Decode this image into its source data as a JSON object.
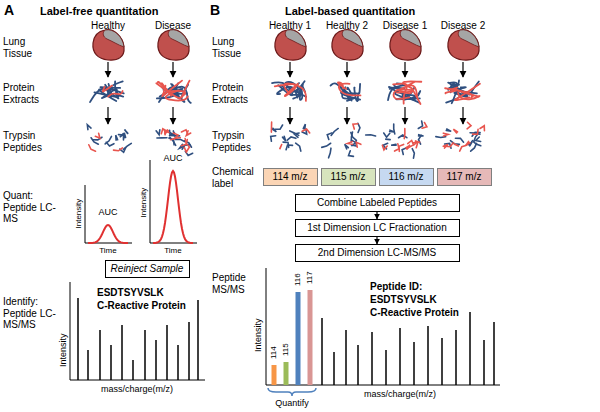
{
  "diagram": {
    "nodes": [
      {
        "text": [
          "Reinject Sample"
        ]
      },
      {
        "text": [
          "114 m/z"
        ]
      },
      {
        "text": [
          "115 m/z"
        ]
      },
      {
        "text": [
          "116 m/z"
        ]
      },
      {
        "text": [
          "117 m/z"
        ]
      },
      {
        "text": [
          "Combine Labeled Peptides"
        ]
      },
      {
        "text": [
          "1st Dimension LC Fractionation"
        ]
      },
      {
        "text": [
          "2nd Dimension LC-MS/MS"
        ]
      }
    ],
    "edges": [
      {
        "from": 5,
        "to": 6,
        "arrow": "to"
      },
      {
        "from": 6,
        "to": 7,
        "arrow": "to"
      }
    ],
    "labels": [
      "A",
      "Label-free quantitation",
      "Healthy",
      "Disease",
      "Lung Tissue",
      "Protein Extracts",
      "Trypsin Peptides",
      "Quant: Peptide LC-MS",
      "Intensity",
      "AUC",
      "Time",
      "Intensity",
      "AUC",
      "Time",
      "Identify: Peptide LC-MS/MS",
      "Intensity",
      "ESDTSYVSLK",
      "C-Reactive Protein",
      "mass/charge(m/z)",
      "B",
      "Label-based quantitation",
      "Healthy 1",
      "Healthy 2",
      "Disease 1",
      "Disease 2",
      "Lung Tissue",
      "Protein Extracts",
      "Trypsin Peptides",
      "Chemical label",
      "Peptide MS/MS",
      "Intensity",
      "114",
      "115",
      "116",
      "117",
      "Peptide ID:",
      "ESDTSYVSLK",
      "C-Reactive Protein",
      "mass/charge(m/z)",
      "Quantify"
    ]
  }
}
